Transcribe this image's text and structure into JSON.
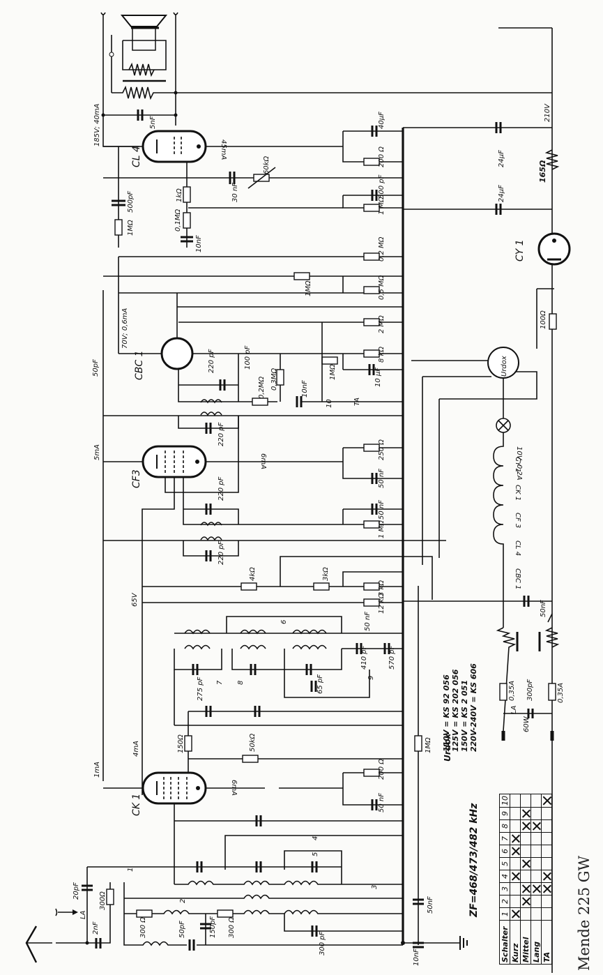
{
  "title": "Mende 225 GW",
  "if_frequency": "ZF=468/473/482 kHz",
  "tubes": [
    {
      "id": "CL4",
      "label": "CL 4",
      "current": "45mA",
      "operating_point": "185V; 40mA"
    },
    {
      "id": "CBC1",
      "label": "CBC 1",
      "operating_point": "70V; 0,6mA"
    },
    {
      "id": "CF3",
      "label": "CF3",
      "current_anode": "6mA",
      "current_screen": "5mA"
    },
    {
      "id": "CK1",
      "label": "CK 1",
      "current_anode": "6mA",
      "current_screen": "4mA",
      "current_osc": "1mA"
    },
    {
      "id": "CY1",
      "label": "CY 1"
    }
  ],
  "voltages": {
    "b_plus": "210V",
    "screen": "65V"
  },
  "power_supply": {
    "filter_cap_1": "24µF",
    "filter_cap_2": "24µF",
    "series_resistor": "165Ω",
    "rectifier_resistor": "100Ω",
    "pilot_lamp": "10V; 0,2A",
    "urdox": "Urdox",
    "mains_cap": "50nF",
    "fuse_1": "0,35A",
    "fuse_2": "0,35A",
    "interference_cap": "300pF",
    "lamp_socket": "LA",
    "power": "60W"
  },
  "heater_chain": [
    "CY 1",
    "CK 1",
    "CF 3",
    "CL 4",
    "CBC 1"
  ],
  "urdox_table": {
    "heading": "Urdox",
    "rows": [
      "110V = KS  92 056",
      "125V = KS 202 056",
      "150V = KS   2 051",
      "220V-240V = KS 606"
    ]
  },
  "components": {
    "output_stage": {
      "speaker_cap": "5nF",
      "cathode_cap": "40µF",
      "cathode_res": "200 Ω",
      "tone_pot": "60kΩ",
      "coupling_cap": "30 nF",
      "grid_stop": "1kΩ",
      "grid_leak": "0,1MΩ",
      "grid_cap": "10nF",
      "feedback_cap": "500pF",
      "feedback_res": "1MΩ",
      "bias_cap": "500 pF",
      "bias_res": "1 MΩ",
      "res_02": "0,2 MΩ"
    },
    "detector_stage": {
      "res_1M": "1MΩ",
      "res_05": "0,5 MΩ",
      "res_2M": "2 MΩ",
      "res_8k": "8 kΩ",
      "cap_10u": "10 µF",
      "volume_pot": "1MΩ",
      "ta": "TA",
      "switch_10": "10",
      "cap_220": "220 pF",
      "cap_100": "100 pF",
      "res_02M": "0,2MΩ",
      "res_03M": "0,3MΩ",
      "cap_10n": "10nF",
      "coupling_cap": "50pF"
    },
    "if_stage": {
      "if_cap_a": "220 pF",
      "if_cap_b": "220 pF",
      "if_cap_c": "220 pF",
      "cathode_res": "250 Ω",
      "cathode_cap": "50 nF",
      "screen_cap": "50 nF",
      "screen_res": "1 MΩ",
      "res_4k": "4kΩ",
      "res_3k": "3kΩ",
      "res_3k_b": "3 kΩ",
      "res_12k": "12 kΩ"
    },
    "oscillator": {
      "switch_6": "6",
      "switch_7": "7",
      "switch_8": "8",
      "switch_9": "9",
      "cap_50n": "50 nF",
      "cap_410": "410 pF",
      "cap_570": "570 pF",
      "cap_65": "65 pF",
      "cap_275": "275 pF",
      "res_150": "150Ω",
      "res_50k": "50kΩ"
    },
    "mixer_stage": {
      "cathode_res": "200 Ω",
      "cathode_cap": "50 nF",
      "res_1M": "1MΩ",
      "cap_50n": "50nF",
      "cap_10n": "10nF",
      "switch_1": "1",
      "switch_2": "2",
      "switch_3": "3",
      "switch_4": "4",
      "switch_5": "5"
    },
    "antenna": {
      "cap_20p": "20pF",
      "cap_2n": "2nF",
      "res_300": "300Ω",
      "res_300_a": "300 Ω",
      "res_300_b": "300 Ω",
      "cap_50p": "50pF",
      "cap_150p": "150pF",
      "cap_300p": "300 pF",
      "socket": "LA"
    }
  },
  "switch_table": {
    "header": "Schalter",
    "columns": [
      "1",
      "2",
      "3",
      "4",
      "5",
      "6",
      "7",
      "8",
      "9",
      "10"
    ],
    "rows": [
      {
        "label": "Kurz",
        "on": [
          1,
          4,
          6,
          7
        ]
      },
      {
        "label": "Mittel",
        "on": [
          2,
          3,
          5,
          8,
          9
        ]
      },
      {
        "label": "Lang",
        "on": [
          3,
          8
        ]
      },
      {
        "label": "TA",
        "on": [
          3,
          4,
          10
        ]
      }
    ]
  }
}
